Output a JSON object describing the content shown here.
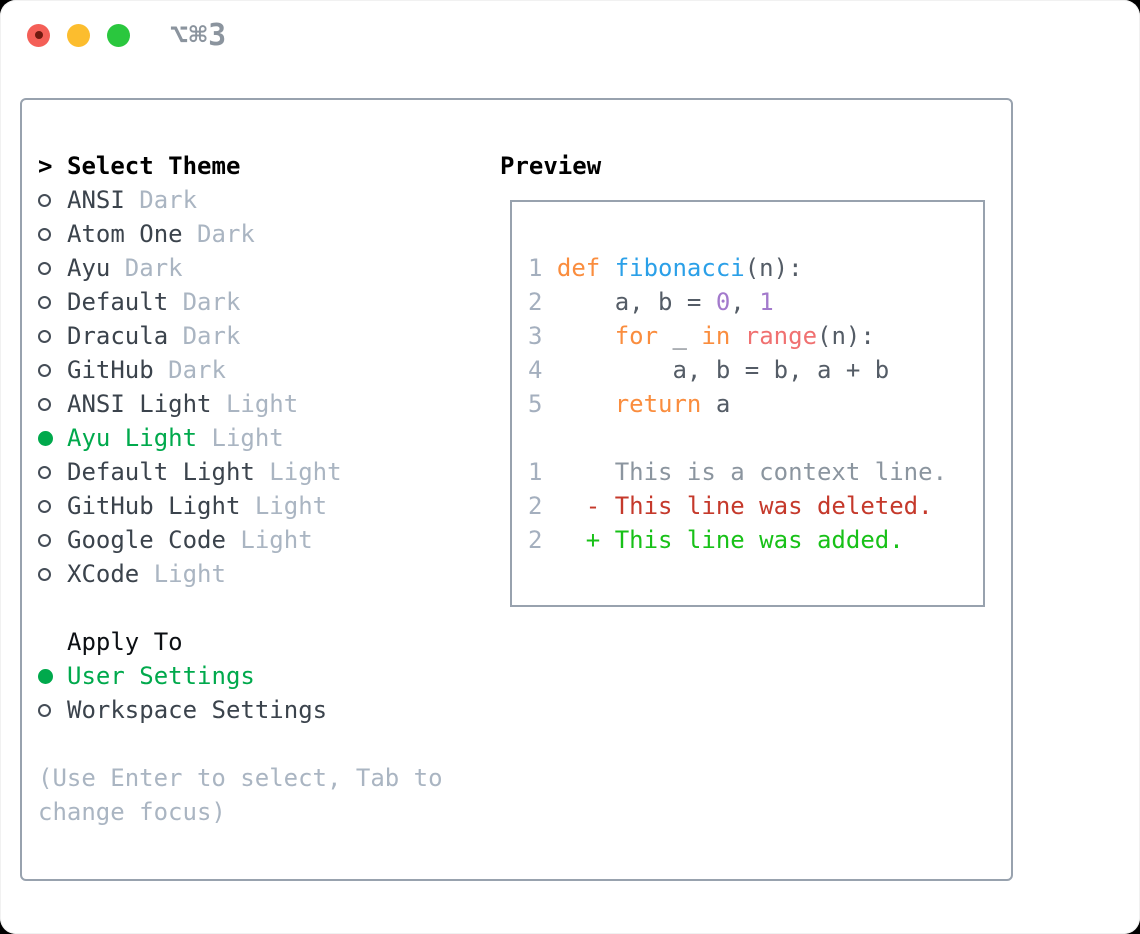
{
  "titlebar": {
    "shortcut": "⌥⌘3"
  },
  "select_theme": {
    "header_marker": ">",
    "header": "Select Theme",
    "items": [
      {
        "name": "ANSI",
        "variant": "Dark",
        "selected": false
      },
      {
        "name": "Atom One",
        "variant": "Dark",
        "selected": false
      },
      {
        "name": "Ayu",
        "variant": "Dark",
        "selected": false
      },
      {
        "name": "Default",
        "variant": "Dark",
        "selected": false
      },
      {
        "name": "Dracula",
        "variant": "Dark",
        "selected": false
      },
      {
        "name": "GitHub",
        "variant": "Dark",
        "selected": false
      },
      {
        "name": "ANSI Light",
        "variant": "Light",
        "selected": false
      },
      {
        "name": "Ayu Light",
        "variant": "Light",
        "selected": true
      },
      {
        "name": "Default Light",
        "variant": "Light",
        "selected": false
      },
      {
        "name": "GitHub Light",
        "variant": "Light",
        "selected": false
      },
      {
        "name": "Google Code",
        "variant": "Light",
        "selected": false
      },
      {
        "name": "XCode",
        "variant": "Light",
        "selected": false
      }
    ]
  },
  "apply_to": {
    "header": "Apply To",
    "options": [
      {
        "name": "User Settings",
        "selected": true
      },
      {
        "name": "Workspace Settings",
        "selected": false
      }
    ]
  },
  "hints": [
    "(Use Enter to select, Tab to",
    "change focus)"
  ],
  "preview": {
    "label": "Preview",
    "lines": [
      {
        "num": "1",
        "tokens": [
          {
            "t": "def ",
            "c": "kw"
          },
          {
            "t": "fibonacci",
            "c": "fn"
          },
          {
            "t": "(n):",
            "c": "fg"
          }
        ]
      },
      {
        "num": "2",
        "tokens": [
          {
            "t": "    a, b = ",
            "c": "fg"
          },
          {
            "t": "0",
            "c": "const"
          },
          {
            "t": ", ",
            "c": "fg"
          },
          {
            "t": "1",
            "c": "const"
          }
        ]
      },
      {
        "num": "3",
        "tokens": [
          {
            "t": "    ",
            "c": "fg"
          },
          {
            "t": "for",
            "c": "kw"
          },
          {
            "t": " _ ",
            "c": "fg"
          },
          {
            "t": "in",
            "c": "kw"
          },
          {
            "t": " ",
            "c": "fg"
          },
          {
            "t": "range",
            "c": "call"
          },
          {
            "t": "(n):",
            "c": "fg"
          }
        ]
      },
      {
        "num": "4",
        "tokens": [
          {
            "t": "        a, b = b, a + b",
            "c": "fg"
          }
        ]
      },
      {
        "num": "5",
        "tokens": [
          {
            "t": "    ",
            "c": "fg"
          },
          {
            "t": "return",
            "c": "kw"
          },
          {
            "t": " a",
            "c": "fg"
          }
        ]
      },
      {
        "num": "",
        "tokens": []
      },
      {
        "num": "1",
        "tokens": [
          {
            "t": "    This is a context line.",
            "c": "ctx"
          }
        ]
      },
      {
        "num": "2",
        "tokens": [
          {
            "t": "  - This line was deleted.",
            "c": "del"
          }
        ]
      },
      {
        "num": "2",
        "tokens": [
          {
            "t": "  + This line was added.",
            "c": "add"
          }
        ]
      }
    ]
  },
  "colors": {
    "selection_green": "#00a94c",
    "diff_added": "#18c118",
    "diff_deleted": "#c5392b",
    "keyword_orange": "#fa8d3e",
    "function_blue": "#2ba0e8",
    "builtin_coral": "#f07171",
    "constant_purple": "#a37acc",
    "code_foreground": "#545c66",
    "muted_gray": "#aab5c2",
    "line_number_gray": "#a4afbe",
    "border_gray": "#98a2ae",
    "traffic_red": "#f45f57",
    "traffic_yellow": "#fcbd2e",
    "traffic_green": "#2ac73e"
  }
}
